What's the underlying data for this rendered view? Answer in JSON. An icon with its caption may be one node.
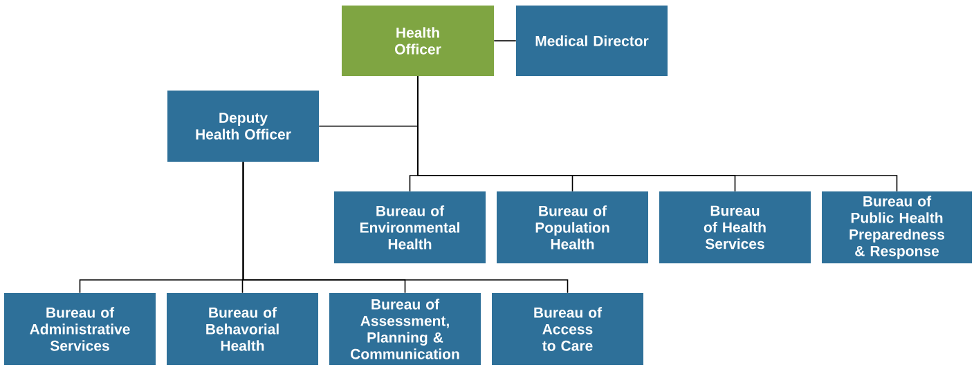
{
  "diagram": {
    "nodes": [
      {
        "text": [
          "Health Officer"
        ]
      },
      {
        "text": [
          "Medical Director"
        ]
      },
      {
        "text": [
          "Deputy Health Officer"
        ]
      },
      {
        "text": [
          "Bureau of Environmental Health"
        ]
      },
      {
        "text": [
          "Bureau of Population Health"
        ]
      },
      {
        "text": [
          "Bureau of Health Services"
        ]
      },
      {
        "text": [
          "Bureau of Public Health Preparedness & Response"
        ]
      },
      {
        "text": [
          "Bureau of Administrative Services"
        ]
      },
      {
        "text": [
          "Bureau of Behavorial Health"
        ]
      },
      {
        "text": [
          "Bureau of Assessment, Planning & Communication"
        ]
      },
      {
        "text": [
          "Bureau of Access to Care"
        ]
      }
    ],
    "edges": [
      {
        "from": 0,
        "to": 1,
        "arrow": "none"
      },
      {
        "from": 0,
        "to": 2,
        "arrow": "none"
      },
      {
        "from": 0,
        "to": 3,
        "arrow": "none"
      },
      {
        "from": 0,
        "to": 4,
        "arrow": "none"
      },
      {
        "from": 0,
        "to": 5,
        "arrow": "none"
      },
      {
        "from": 0,
        "to": 6,
        "arrow": "none"
      },
      {
        "from": 2,
        "to": 7,
        "arrow": "none"
      },
      {
        "from": 2,
        "to": 8,
        "arrow": "none"
      },
      {
        "from": 2,
        "to": 9,
        "arrow": "none"
      },
      {
        "from": 2,
        "to": 10,
        "arrow": "none"
      }
    ]
  }
}
